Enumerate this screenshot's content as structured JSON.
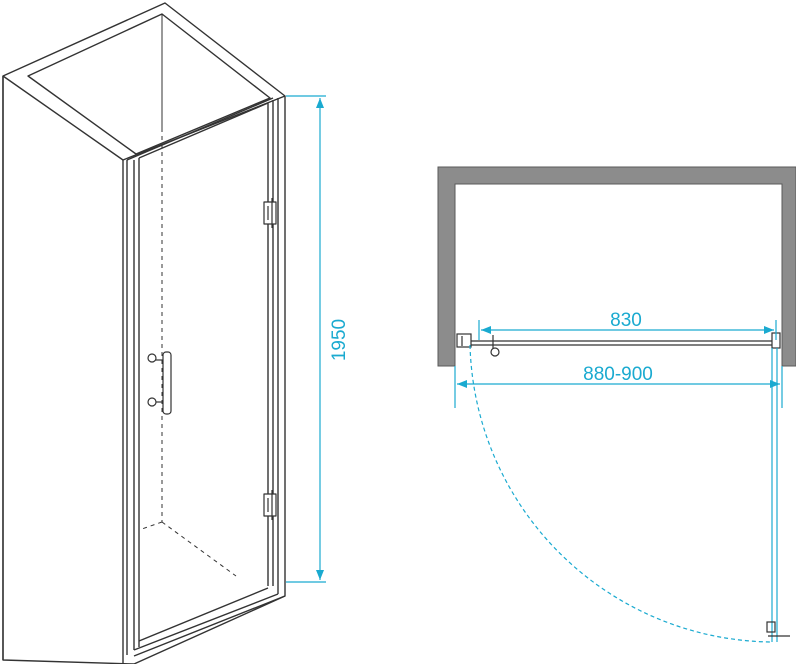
{
  "dimensions": {
    "height": "1950",
    "door_width": "830",
    "opening_range": "880-900"
  },
  "colors": {
    "dimension": "#1aaad0",
    "line": "#333333",
    "wall": "#808080",
    "wall_fill": "#8c8c8c"
  }
}
